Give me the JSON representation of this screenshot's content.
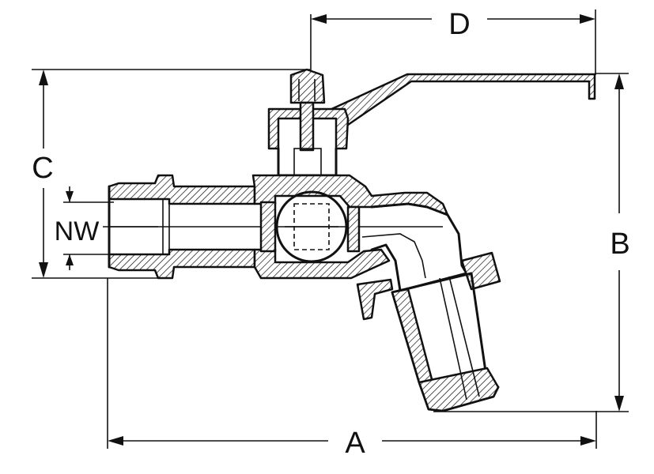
{
  "figure": {
    "dimensions": {
      "a": "A",
      "b": "B",
      "c": "C",
      "d": "D",
      "nw": "NW"
    }
  }
}
